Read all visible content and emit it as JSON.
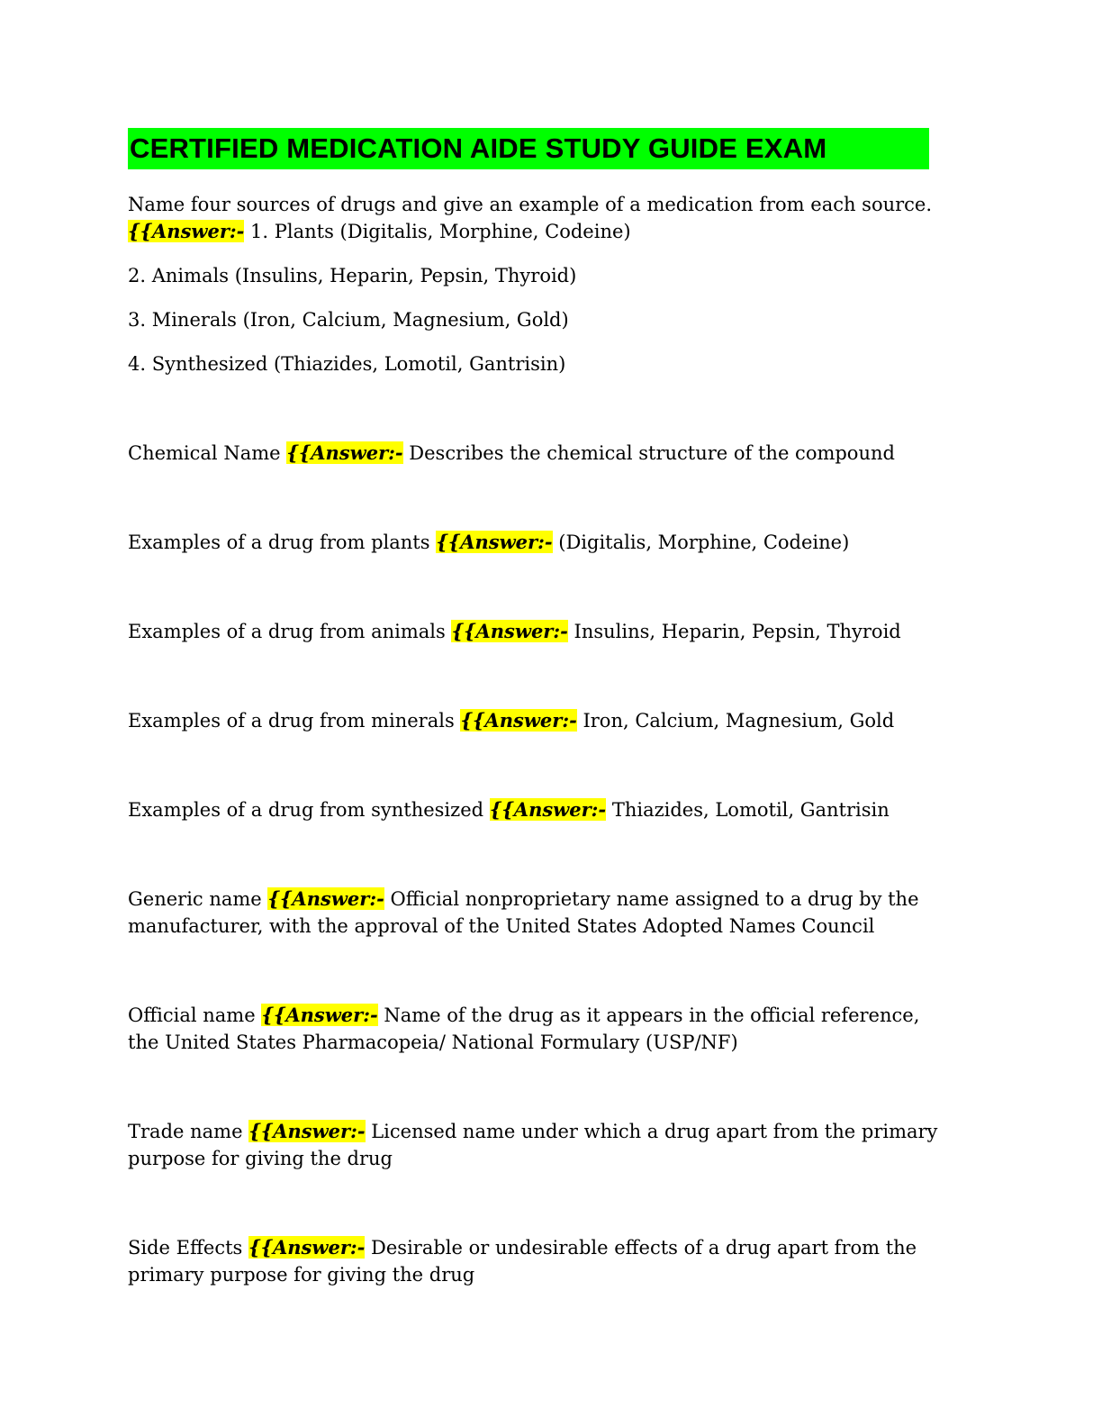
{
  "title": "CERTIFIED MEDICATION AIDE STUDY GUIDE EXAM",
  "answer_marker": "{{Answer:-",
  "colors": {
    "title_highlight": "#00ff00",
    "answer_highlight": "#ffff00"
  },
  "first_item": {
    "question": "Name four sources of drugs and give an example of a medication from each source.",
    "answer_line1": " 1. Plants (Digitalis, Morphine, Codeine)",
    "lines": [
      "2. Animals (Insulins, Heparin, Pepsin, Thyroid)",
      "3. Minerals (Iron, Calcium, Magnesium, Gold)",
      "4. Synthesized (Thiazides, Lomotil, Gantrisin)"
    ]
  },
  "items": [
    {
      "question": "Chemical Name ",
      "answer": " Describes the chemical structure of the compound"
    },
    {
      "question": "Examples of a drug from plants ",
      "answer": " (Digitalis, Morphine, Codeine)"
    },
    {
      "question": "Examples of a drug from animals ",
      "answer": " Insulins, Heparin, Pepsin, Thyroid"
    },
    {
      "question": "Examples of a drug from minerals ",
      "answer": " Iron, Calcium, Magnesium, Gold"
    },
    {
      "question": "Examples of a drug from synthesized ",
      "answer": " Thiazides, Lomotil, Gantrisin"
    },
    {
      "question": "Generic name ",
      "answer": " Official nonproprietary name assigned to a drug by the manufacturer, with the approval of the United States Adopted Names Council"
    },
    {
      "question": "Official name ",
      "answer": " Name of the drug as it appears in the official reference, the United States Pharmacopeia/ National Formulary (USP/NF)"
    },
    {
      "question": "Trade name ",
      "answer": " Licensed name under which a drug apart from the primary purpose for giving the drug"
    },
    {
      "question": "Side Effects ",
      "answer": " Desirable or undesirable effects of a drug apart from the primary purpose for giving the drug"
    }
  ]
}
